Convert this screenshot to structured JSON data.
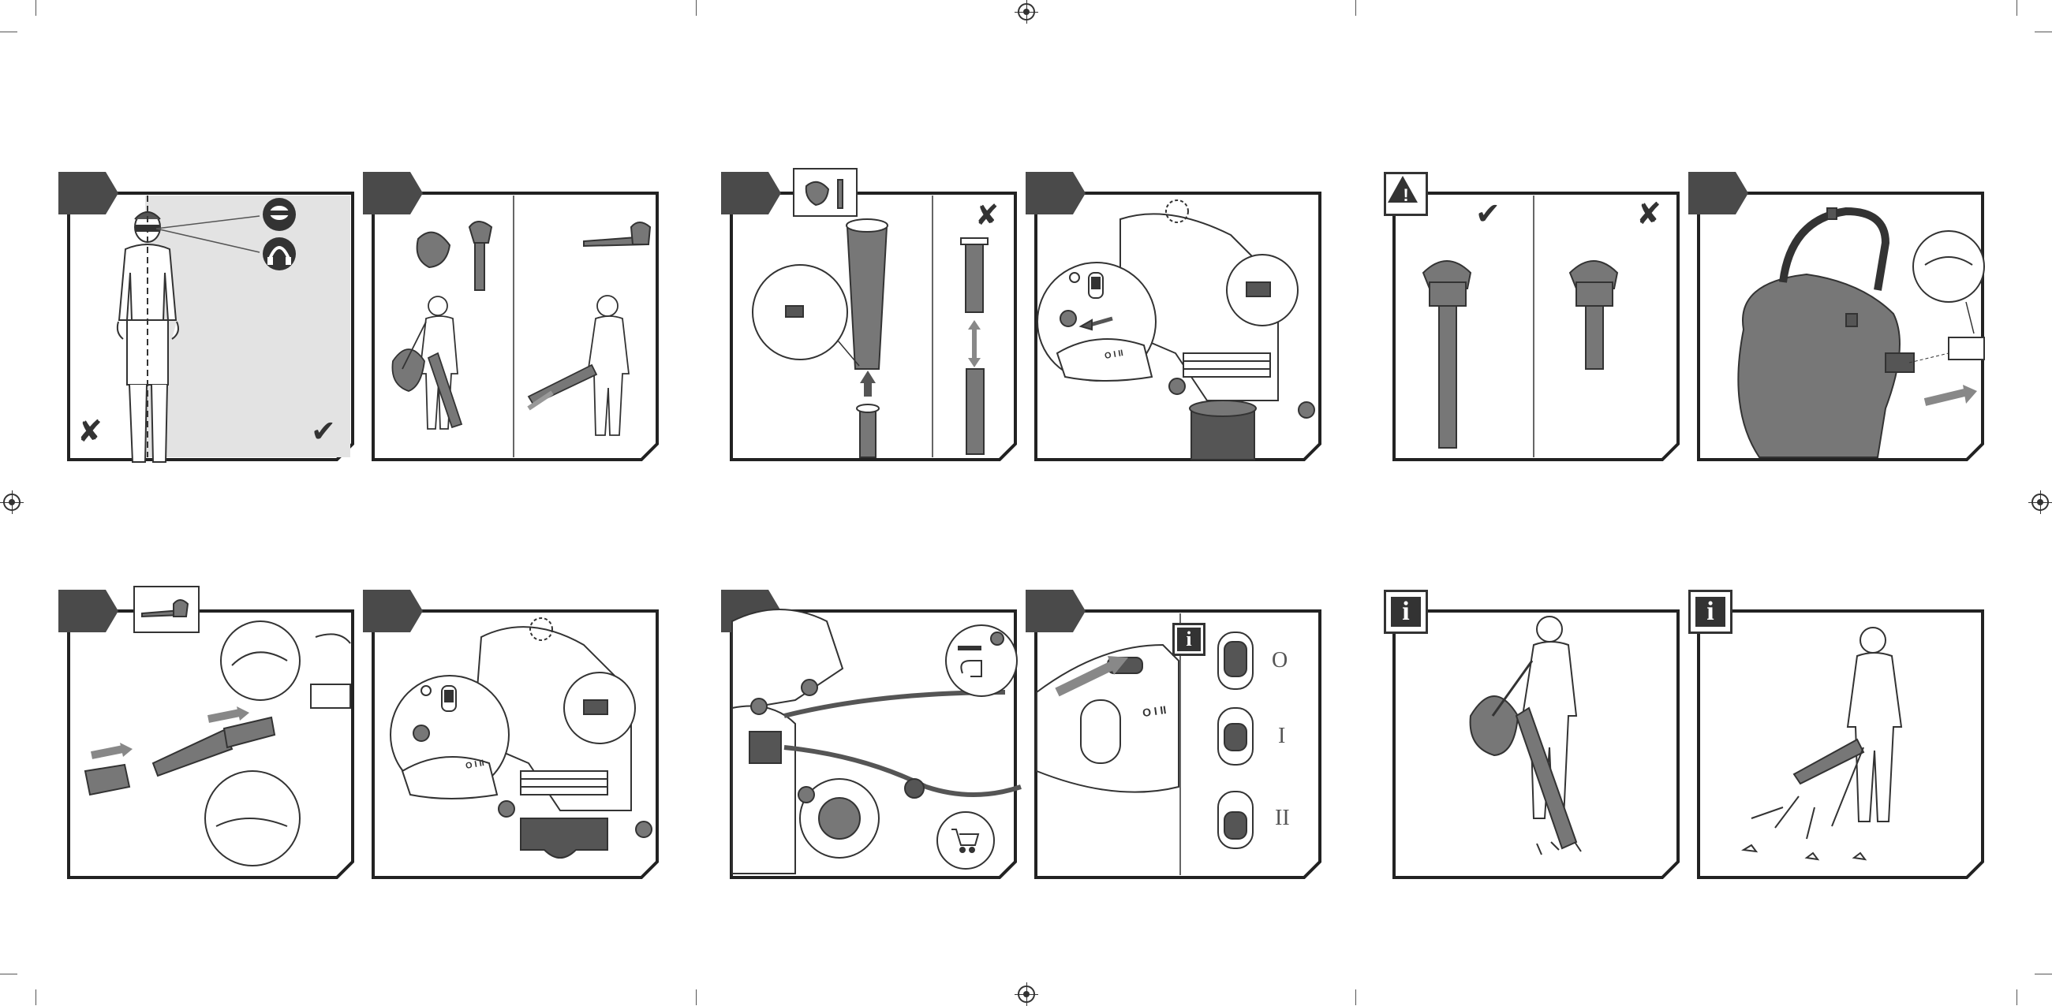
{
  "document": {
    "page_type": "instruction-diagram-sheet",
    "colors": {
      "ink": "#333333",
      "shade": "#777777",
      "panel_bg_gray": "#e3e3e3",
      "white": "#ffffff"
    }
  },
  "marks": {
    "no": "✘",
    "yes": "✔",
    "warning": "!",
    "info": "i"
  },
  "panels": [
    {
      "id": "p1",
      "icons": [
        "goggles-icon",
        "ear-protection-icon"
      ],
      "marks": [
        "no",
        "yes"
      ]
    },
    {
      "id": "p2",
      "icons": [
        "vacuum-mode-icon",
        "blower-mode-icon"
      ]
    },
    {
      "id": "p3",
      "icons": [
        "vacuum-tube-icon"
      ],
      "marks": [
        "no"
      ]
    },
    {
      "id": "p4",
      "icons": [
        "fan-housing-icon"
      ]
    },
    {
      "id": "p5",
      "badge": "warning",
      "marks": [
        "yes",
        "no"
      ]
    },
    {
      "id": "p6",
      "icons": [
        "collection-bag-icon"
      ]
    },
    {
      "id": "p7",
      "icons": [
        "blower-tube-icon"
      ]
    },
    {
      "id": "p8",
      "icons": [
        "fan-housing-icon"
      ]
    },
    {
      "id": "p9",
      "icons": [
        "plug-icon",
        "cart-icon"
      ]
    },
    {
      "id": "p10",
      "badge": "info",
      "switch_labels": [
        "O",
        "I",
        "II"
      ]
    },
    {
      "id": "p11",
      "badge": "info"
    },
    {
      "id": "p12",
      "badge": "info"
    }
  ],
  "labels": {
    "housing_code_1": "O I II",
    "housing_code_2": "O I II",
    "p10_switch_text": "O I II"
  }
}
